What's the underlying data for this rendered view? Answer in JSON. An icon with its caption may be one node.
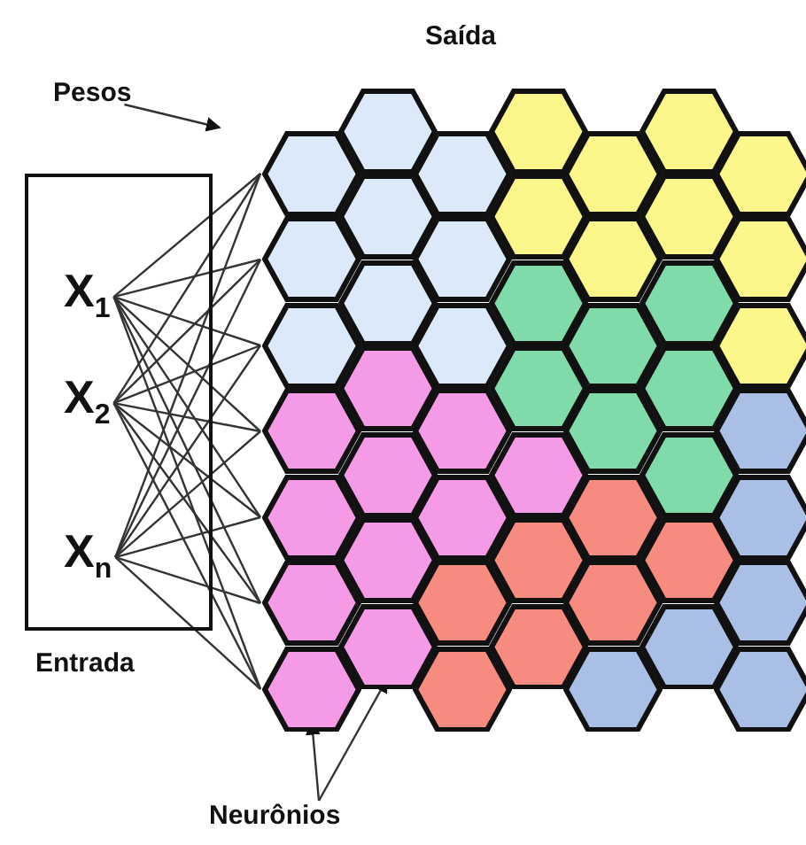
{
  "diagram": {
    "nodes": [
      {
        "text": [
          "Pesos"
        ]
      },
      {
        "text": [
          "Entrada"
        ]
      },
      {
        "text": [
          "X$_{1}$"
        ],
        "in": 1
      },
      {
        "text": [
          "X$_{2}$"
        ],
        "in": 1
      },
      {
        "text": [
          "X$_{n}$"
        ],
        "in": 1
      },
      {
        "text": [],
        "shape": "hexagon"
      },
      {
        "text": [],
        "shape": "hexagon"
      },
      {
        "text": [],
        "shape": "hexagon"
      },
      {
        "text": [],
        "shape": "hexagon"
      },
      {
        "text": [],
        "shape": "hexagon"
      },
      {
        "text": [],
        "shape": "hexagon"
      },
      {
        "text": [],
        "shape": "hexagon"
      },
      {
        "text": [],
        "shape": "hexagon"
      },
      {
        "text": [],
        "shape": "hexagon"
      },
      {
        "text": [],
        "shape": "hexagon"
      },
      {
        "text": [],
        "shape": "hexagon"
      },
      {
        "text": [],
        "shape": "hexagon"
      },
      {
        "text": [],
        "shape": "hexagon"
      },
      {
        "text": [],
        "shape": "hexagon"
      },
      {
        "text": [],
        "shape": "hexagon"
      },
      {
        "text": [],
        "shape": "hexagon"
      },
      {
        "text": [],
        "shape": "hexagon"
      },
      {
        "text": [],
        "shape": "hexagon"
      },
      {
        "text": [],
        "shape": "hexagon"
      },
      {
        "text": [],
        "shape": "hexagon"
      },
      {
        "text": [],
        "shape": "hexagon"
      },
      {
        "text": [],
        "shape": "hexagon"
      },
      {
        "text": [],
        "shape": "hexagon"
      },
      {
        "text": [],
        "shape": "hexagon"
      },
      {
        "text": [],
        "shape": "hexagon"
      },
      {
        "text": [],
        "shape": "hexagon"
      },
      {
        "text": [],
        "shape": "hexagon"
      },
      {
        "text": [],
        "shape": "hexagon"
      },
      {
        "text": [],
        "shape": "hexagon"
      },
      {
        "text": [],
        "shape": "hexagon"
      },
      {
        "text": [],
        "shape": "hexagon"
      },
      {
        "text": [],
        "shape": "hexagon"
      },
      {
        "text": [],
        "shape": "hexagon"
      },
      {
        "text": [],
        "shape": "hexagon"
      },
      {
        "text": [],
        "shape": "hexagon"
      },
      {
        "text": [],
        "shape": "hexagon"
      },
      {
        "text": [],
        "shape": "hexagon"
      },
      {
        "text": [],
        "shape": "hexagon"
      },
      {
        "text": [],
        "shape": "hexagon"
      },
      {
        "text": [],
        "shape": "hexagon"
      },
      {
        "text": [],
        "shape": "hexagon"
      },
      {
        "text": [],
        "shape": "hexagon"
      },
      {
        "text": [],
        "shape": "hexagon"
      },
      {
        "text": [],
        "shape": "hexagon"
      },
      {
        "text": [],
        "shape": "hexagon"
      },
      {
        "text": [],
        "shape": "hexagon"
      },
      {
        "text": [],
        "shape": "hexagon"
      },
      {
        "text": [],
        "shape": "hexagon"
      },
      {
        "text": [],
        "shape": "hexagon"
      },
      {
        "text": [
          "Neurônios"
        ]
      }
    ],
    "edges": [
      {
        "from": 0,
        "to": null,
        "arrow": "to"
      },
      {
        "from": 2,
        "to": 5,
        "arrow": "none"
      },
      {
        "from": 2,
        "to": 6,
        "arrow": "none"
      },
      {
        "from": 2,
        "to": 7,
        "arrow": "none"
      },
      {
        "from": 2,
        "to": 8,
        "arrow": "none"
      },
      {
        "from": 2,
        "to": 9,
        "arrow": "none"
      },
      {
        "from": 2,
        "to": 10,
        "arrow": "none"
      },
      {
        "from": 2,
        "to": 11,
        "arrow": "none"
      },
      {
        "from": 3,
        "to": 5,
        "arrow": "none"
      },
      {
        "from": 3,
        "to": 6,
        "arrow": "none"
      },
      {
        "from": 3,
        "to": 7,
        "arrow": "none"
      },
      {
        "from": 3,
        "to": 8,
        "arrow": "none"
      },
      {
        "from": 3,
        "to": 9,
        "arrow": "none"
      },
      {
        "from": 3,
        "to": 10,
        "arrow": "none"
      },
      {
        "from": 3,
        "to": 11,
        "arrow": "none"
      },
      {
        "from": 4,
        "to": 5,
        "arrow": "none"
      },
      {
        "from": 4,
        "to": 6,
        "arrow": "none"
      },
      {
        "from": 4,
        "to": 7,
        "arrow": "none"
      },
      {
        "from": 4,
        "to": 8,
        "arrow": "none"
      },
      {
        "from": 4,
        "to": 9,
        "arrow": "none"
      },
      {
        "from": 4,
        "to": 10,
        "arrow": "none"
      },
      {
        "from": 4,
        "to": 11,
        "arrow": "none"
      },
      {
        "from": 54,
        "to": 11,
        "arrow": "to"
      },
      {
        "from": 54,
        "to": 18,
        "arrow": "to"
      }
    ],
    "labels": [
      "Saída"
    ]
  }
}
